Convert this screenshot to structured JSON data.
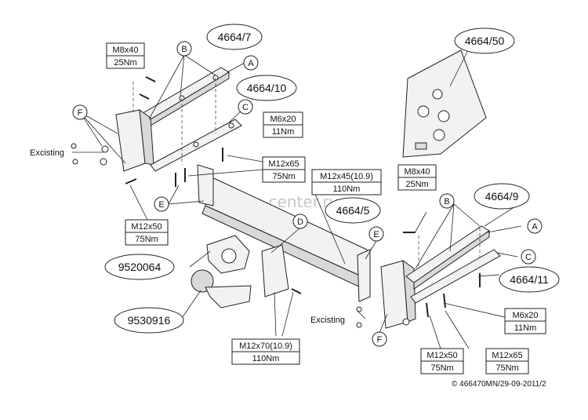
{
  "parts": {
    "p4664_7": "4664/7",
    "p4664_10": "4664/10",
    "p4664_50": "4664/50",
    "p4664_5": "4664/5",
    "p4664_9": "4664/9",
    "p4664_11": "4664/11",
    "p9520064": "9520064",
    "p9530916": "9530916"
  },
  "letters": {
    "a": "A",
    "b": "B",
    "c": "C",
    "d": "D",
    "e": "E",
    "f": "F"
  },
  "bolts": {
    "m8x40": "M8x40",
    "nm25": "25Nm",
    "m6x20": "M6x20",
    "nm11": "11Nm",
    "m12x65": "M12x65",
    "nm75": "75Nm",
    "m12x45": "M12x45(10.9)",
    "nm110": "110Nm",
    "m12x50": "M12x50",
    "m12x70": "M12x70(10.9)"
  },
  "notes": {
    "existing": "Excisting",
    "watermark": "farkop-center.ru",
    "copyright": "© 466470MN/29-09-2011/2"
  }
}
